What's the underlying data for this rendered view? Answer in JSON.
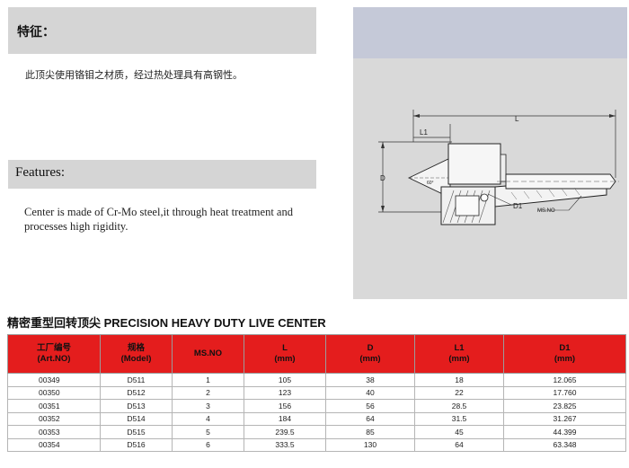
{
  "features_cn": {
    "heading": "特征：",
    "text": "此顶尖使用铬钼之材质，经过热处理具有高钢性。"
  },
  "features_en": {
    "heading": "Features:",
    "text": "Center is made of Cr-Mo steel,it  through heat treatment and processes high rigidity."
  },
  "drawing": {
    "label_L": "L",
    "label_L1": "L1",
    "label_D": "D",
    "label_D1": "D1",
    "label_msno": "MS.NO",
    "label_angle": "60°"
  },
  "table": {
    "title": "精密重型回转顶尖  PRECISION HEAVY DUTY LIVE  CENTER",
    "headers": [
      {
        "cn": "工厂编号",
        "en": "(Art.NO)"
      },
      {
        "cn": "规格",
        "en": "(Model)"
      },
      {
        "cn": "MS.NO",
        "en": ""
      },
      {
        "cn": "L",
        "en": "(mm)"
      },
      {
        "cn": "D",
        "en": "(mm)"
      },
      {
        "cn": "L1",
        "en": "(mm)"
      },
      {
        "cn": "D1",
        "en": "(mm)"
      }
    ],
    "rows": [
      [
        "00349",
        "D511",
        "1",
        "105",
        "38",
        "18",
        "12.065"
      ],
      [
        "00350",
        "D512",
        "2",
        "123",
        "40",
        "22",
        "17.760"
      ],
      [
        "00351",
        "D513",
        "3",
        "156",
        "56",
        "28.5",
        "23.825"
      ],
      [
        "00352",
        "D514",
        "4",
        "184",
        "64",
        "31.5",
        "31.267"
      ],
      [
        "00353",
        "D515",
        "5",
        "239.5",
        "85",
        "45",
        "44.399"
      ],
      [
        "00354",
        "D516",
        "6",
        "333.5",
        "130",
        "64",
        "63.348"
      ]
    ]
  }
}
